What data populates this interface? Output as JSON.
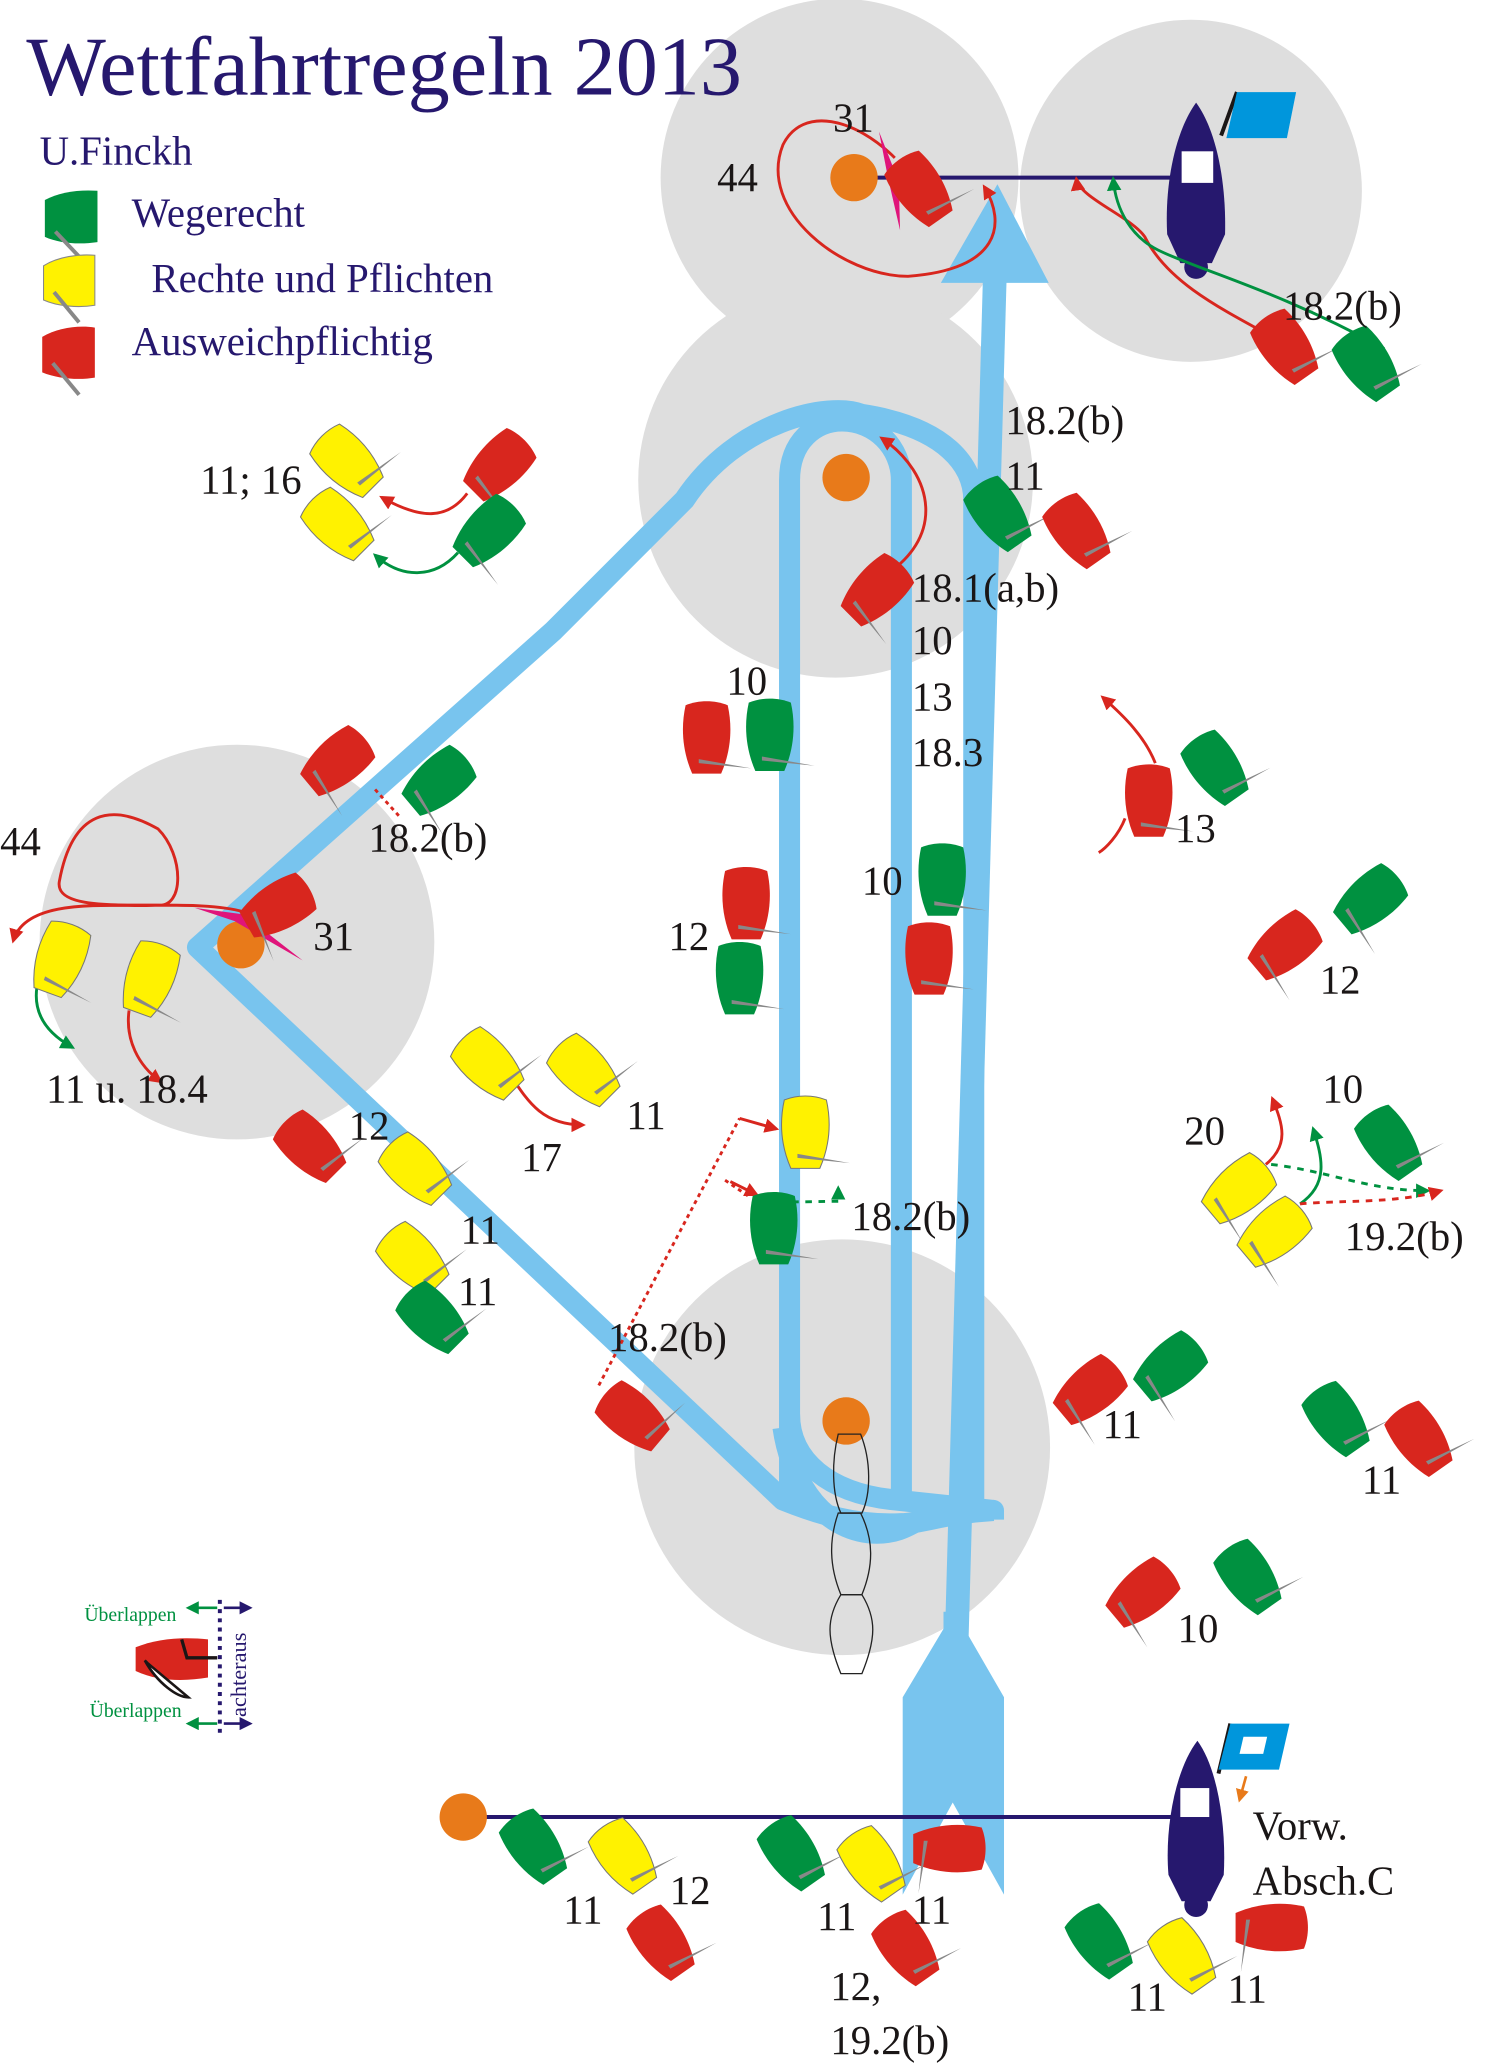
{
  "title": "Wettfahrtregeln 2013",
  "author": "U.Finckh",
  "legend": [
    {
      "role": "right-of-way",
      "label": "Wegerecht",
      "color": "#009140"
    },
    {
      "role": "rights-and-obligations",
      "label": "Rechte und Pflichten",
      "color": "#fff200"
    },
    {
      "role": "keep-clear",
      "label": "Ausweichpflichtig",
      "color": "#d8261e"
    }
  ],
  "colors": {
    "text_navy": "#26186e",
    "course": "#78c4ee",
    "zone": "#dedede",
    "mark": "#e87a1a",
    "committee_boat": "#26186e",
    "flag": "#0096dc",
    "penalty_turn": "#e0147a",
    "sail": "#888888"
  },
  "rule_labels": {
    "finish_31": "31",
    "finish_44": "44",
    "finish_182b": "18.2(b)",
    "upper_182b": "18.2(b)",
    "upper_11": "11",
    "upper_181ab": "18.1(a,b)",
    "upper_10": "10",
    "upper_13": "13",
    "upper_183": "18.3",
    "left_1116": "11; 16",
    "mid_10": "10",
    "wing_182b": "18.2(b)",
    "wing_44": "44",
    "wing_31": "31",
    "wing_11u184": "11 u. 18.4",
    "right_13": "13",
    "right_12": "12",
    "mid_12": "12",
    "mid_10b": "10",
    "reach_12": "12",
    "reach_17": "17",
    "reach_11a": "11",
    "reach_11b": "11",
    "reach_11c": "11",
    "gate_182b": "18.2(b)",
    "lower_182b": "18.2(b)",
    "right_20": "20",
    "right_10": "10",
    "right_192b": "19.2(b)",
    "right_11a": "11",
    "right_11b": "11",
    "right_10b": "10",
    "start_11a": "11",
    "start_12a": "12",
    "start_11b": "11",
    "start_11c": "11",
    "start_12_192b_line1": "12,",
    "start_12_192b_line2": "19.2(b)",
    "start_11d": "11",
    "start_11e": "11",
    "vorw_line1": "Vorw.",
    "vorw_line2": "Absch.C"
  },
  "overlap_inset": {
    "overlap_top": "Überlappen",
    "overlap_bottom": "Überlappen",
    "clear_astern": "achteraus"
  },
  "boats": [
    {
      "id": "finish-red",
      "color": "red"
    },
    {
      "id": "finish-approach-red",
      "color": "red"
    },
    {
      "id": "finish-approach-green",
      "color": "green"
    },
    {
      "id": "left-top-yellow",
      "color": "yellow"
    },
    {
      "id": "left-top-red",
      "color": "red"
    },
    {
      "id": "left-bot-yellow",
      "color": "yellow"
    },
    {
      "id": "left-bot-green",
      "color": "green"
    },
    {
      "id": "upper-green",
      "color": "green"
    },
    {
      "id": "upper-red-right",
      "color": "red"
    },
    {
      "id": "upper-red-turn",
      "color": "red"
    },
    {
      "id": "mid10-red",
      "color": "red"
    },
    {
      "id": "mid10-green",
      "color": "green"
    },
    {
      "id": "wing-red-top",
      "color": "red"
    },
    {
      "id": "wing-green-top",
      "color": "green"
    },
    {
      "id": "wing-red-mark",
      "color": "red"
    },
    {
      "id": "wing-yellow-1",
      "color": "yellow"
    },
    {
      "id": "wing-yellow-2",
      "color": "yellow"
    },
    {
      "id": "right13-red",
      "color": "red"
    },
    {
      "id": "right13-green",
      "color": "green"
    },
    {
      "id": "right12-red",
      "color": "red"
    },
    {
      "id": "right12-green",
      "color": "green"
    },
    {
      "id": "mid12-red",
      "color": "red"
    },
    {
      "id": "mid12-green",
      "color": "green"
    },
    {
      "id": "mid10b-green",
      "color": "green"
    },
    {
      "id": "mid10b-red",
      "color": "red"
    },
    {
      "id": "reach-yellow-a",
      "color": "yellow"
    },
    {
      "id": "reach-yellow-b",
      "color": "yellow"
    },
    {
      "id": "reach-red",
      "color": "red"
    },
    {
      "id": "reach-yellow-c",
      "color": "yellow"
    },
    {
      "id": "reach-yellow-d",
      "color": "yellow"
    },
    {
      "id": "reach-green",
      "color": "green"
    },
    {
      "id": "gate-yellow",
      "color": "yellow"
    },
    {
      "id": "gate-green",
      "color": "green"
    },
    {
      "id": "lower-red",
      "color": "red"
    },
    {
      "id": "right20-yellow-a",
      "color": "yellow"
    },
    {
      "id": "right20-yellow-b",
      "color": "yellow"
    },
    {
      "id": "right10-green",
      "color": "green"
    },
    {
      "id": "right11a-red",
      "color": "red"
    },
    {
      "id": "right11a-green",
      "color": "green"
    },
    {
      "id": "right11b-green",
      "color": "green"
    },
    {
      "id": "right11b-red",
      "color": "red"
    },
    {
      "id": "right10b-red",
      "color": "red"
    },
    {
      "id": "right10b-green",
      "color": "green"
    },
    {
      "id": "start-green-a",
      "color": "green"
    },
    {
      "id": "start-yellow-a",
      "color": "yellow"
    },
    {
      "id": "start-red-a",
      "color": "red"
    },
    {
      "id": "start-green-b",
      "color": "green"
    },
    {
      "id": "start-yellow-b",
      "color": "yellow"
    },
    {
      "id": "start-red-b",
      "color": "red"
    },
    {
      "id": "start-red-c",
      "color": "red"
    },
    {
      "id": "start-green-c",
      "color": "green"
    },
    {
      "id": "start-yellow-c",
      "color": "yellow"
    },
    {
      "id": "start-red-d",
      "color": "red"
    }
  ],
  "boat_colors": {
    "red": "#d8261e",
    "green": "#009140",
    "yellow": "#fff200"
  }
}
